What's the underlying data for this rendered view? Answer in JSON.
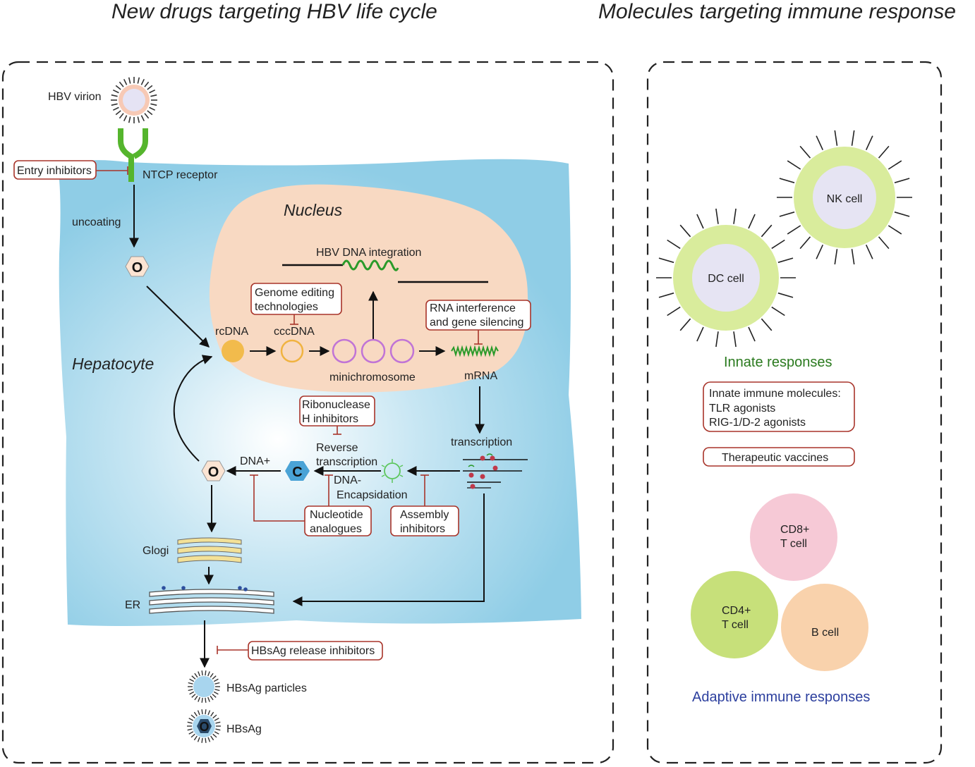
{
  "headings": {
    "left": "New drugs targeting HBV life cycle",
    "right": "Molecules targeting immune response"
  },
  "lifecycle": {
    "hbv_virion": "HBV virion",
    "entry_inhibitors": "Entry inhibitors",
    "ntcp_receptor": "NTCP receptor",
    "uncoating": "uncoating",
    "nucleus": "Nucleus",
    "hepatocyte": "Hepatocyte",
    "hbv_dna_integration": "HBV DNA integration",
    "genome_editing_line1": "Genome editing",
    "genome_editing_line2": "technologies",
    "rcdna": "rcDNA",
    "cccdna": "cccDNA",
    "minichromosome": "minichromosome",
    "rnai_line1": "RNA interference",
    "rnai_line2": "and gene silencing",
    "mrna": "mRNA",
    "rnaseh_line1": "Ribonuclease",
    "rnaseh_line2": "H  inhibitors",
    "reverse_transcription_line1": "Reverse",
    "reverse_transcription_line2": "transcription",
    "transcription": "transcription",
    "dna_plus": "DNA+",
    "encapsidation_line1": "DNA-",
    "encapsidation_line2": "Encapsidation",
    "nucleotide_line1": "Nucleotide",
    "nucleotide_line2": "analogues",
    "assembly_line1": "Assembly",
    "assembly_line2": "inhibitors",
    "golgi": "Glogi",
    "er": "ER",
    "hbsag_release_inhibitors": "HBsAg release inhibitors",
    "hbsag_particles": "HBsAg particles",
    "hbsag": "HBsAg",
    "hex_o": "O",
    "hex_c": "C"
  },
  "immune": {
    "nk_cell": "NK cell",
    "dc_cell": "DC cell",
    "innate_responses": "Innate responses",
    "innate_molecules_line1": "Innate  immune molecules:",
    "innate_molecules_line2": "TLR agonists",
    "innate_molecules_line3": "RIG-1/D-2 agonists",
    "therapeutic_vaccines": "Therapeutic  vaccines",
    "cd8_line1": "CD8+",
    "cd8_line2": "T cell",
    "cd4_line1": "CD4+",
    "cd4_line2": "T cell",
    "b_cell": "B cell",
    "adaptive_responses": "Adaptive immune responses"
  },
  "colors": {
    "cytoplasm": "#8fcde6",
    "nucleus": "#f8d9c2",
    "inhibitor_border": "#a8342a",
    "receptor": "#55b52d",
    "integration_wave": "#2a9a2a",
    "rcdna_fill": "#f2bb4c",
    "cccdna_stroke": "#f0b340",
    "minichromosome_stroke": "#c074d6",
    "nk_outer": "#d9ec9c",
    "nk_inner": "#e6e4f3",
    "cd8": "#f6c9d6",
    "cd4": "#c7e07a",
    "b_cell": "#f9d2ac",
    "innate_text": "#2a7a1e",
    "adaptive_text": "#2c3f9e"
  }
}
